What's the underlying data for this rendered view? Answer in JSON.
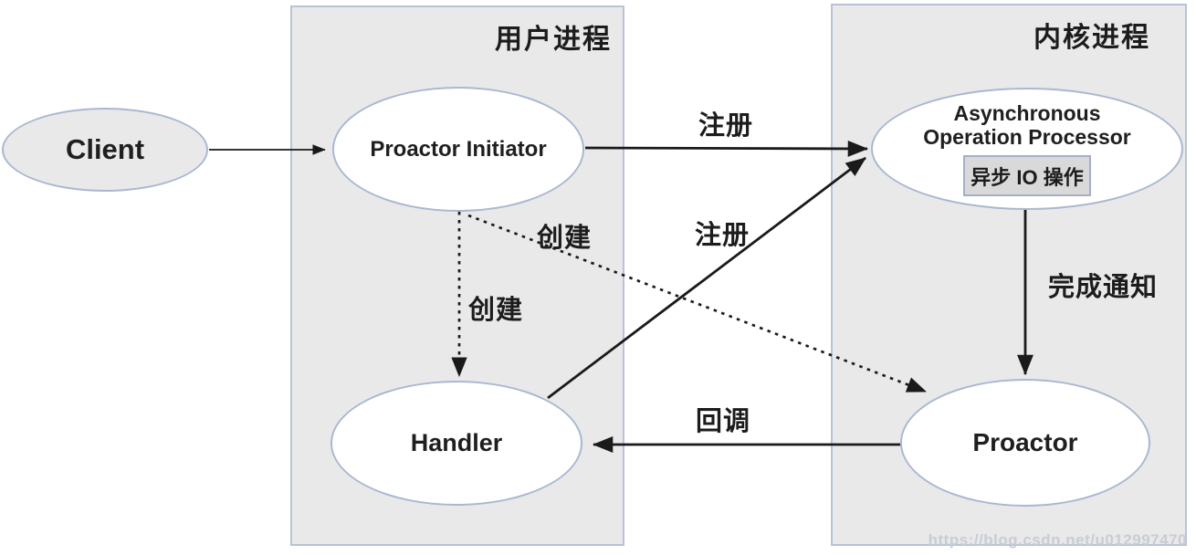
{
  "regions": {
    "user_process": {
      "label": "用户进程"
    },
    "kernel_process": {
      "label": "内核进程"
    }
  },
  "nodes": {
    "client": {
      "label": "Client"
    },
    "proactor_initiator": {
      "label": "Proactor Initiator"
    },
    "async_op_processor": {
      "label": "Asynchronous Operation Processor",
      "inner_label": "异步 IO 操作"
    },
    "handler": {
      "label": "Handler"
    },
    "proactor": {
      "label": "Proactor"
    }
  },
  "edge_labels": {
    "register_top": "注册",
    "register_diagonal": "注册",
    "create_diagonal": "创建",
    "create_vertical": "创建",
    "completion_notice": "完成通知",
    "callback": "回调"
  },
  "watermark": "https://blog.csdn.net/u012997470",
  "colors": {
    "region_fill": "#e9e9e9",
    "region_border": "#b7c3d8",
    "node_fill": "#ffffff",
    "node_border": "#a9b8d0",
    "client_fill": "#e9e9e9",
    "inner_box_fill": "#d9d9d9",
    "inner_box_border": "#a3b0c6",
    "arrow": "#1a1a1a",
    "text": "#1f1f1f",
    "watermark_text": "#c8ccd5"
  }
}
